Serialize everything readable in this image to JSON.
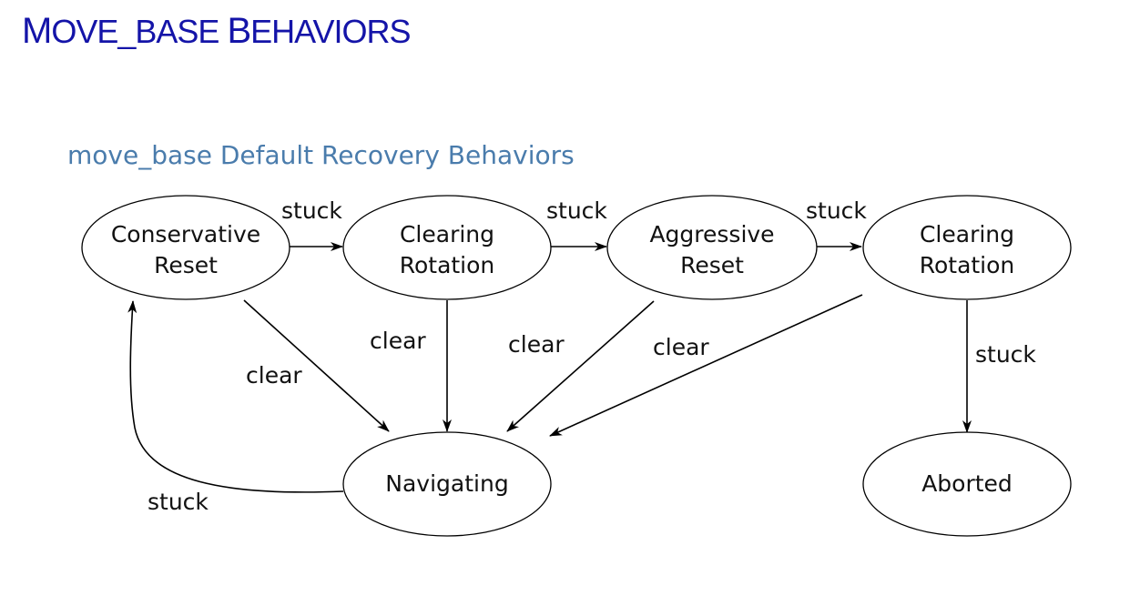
{
  "slide": {
    "title_first": "M",
    "title_rest": "OVE_BASE ",
    "title_second": "B",
    "title_second_rest": "EHAVIORS"
  },
  "diagram": {
    "title": "move_base Default Recovery Behaviors",
    "nodes": {
      "conservative_reset": [
        "Conservative",
        "Reset"
      ],
      "clearing_rotation_1": [
        "Clearing",
        "Rotation"
      ],
      "aggressive_reset": [
        "Aggressive",
        "Reset"
      ],
      "clearing_rotation_2": [
        "Clearing",
        "Rotation"
      ],
      "navigating": "Navigating",
      "aborted": "Aborted"
    },
    "edges": {
      "conservative_to_clearing1": "stuck",
      "clearing1_to_aggressive": "stuck",
      "aggressive_to_clearing2": "stuck",
      "clearing2_to_aborted": "stuck",
      "navigating_to_conservative": "stuck",
      "conservative_to_navigating": "clear",
      "clearing1_to_navigating": "clear",
      "aggressive_to_navigating": "clear",
      "clearing2_to_navigating": "clear"
    }
  }
}
